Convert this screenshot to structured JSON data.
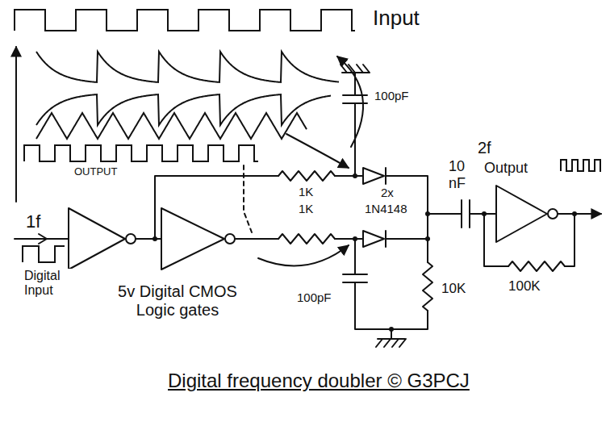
{
  "diagram": {
    "caption": "Digital frequency doubler © G3PCJ",
    "labels": [
      "Input",
      "OUTPUT",
      "1K",
      "1K",
      "2x",
      "1N4148",
      "100pF",
      "100pF",
      "10 nF",
      "2f",
      "Output",
      "1f",
      "Digital Input",
      "5v Digital CMOS Logic gates",
      "10K",
      "100K"
    ]
  }
}
